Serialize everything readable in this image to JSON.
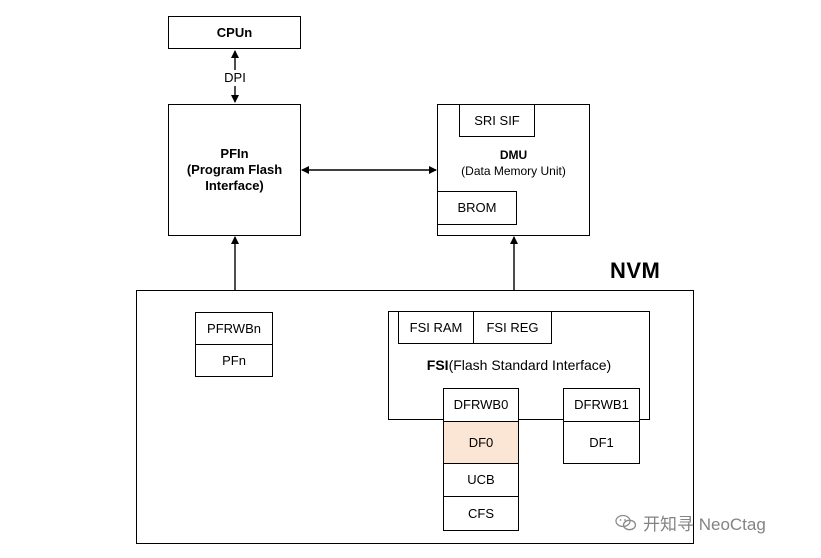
{
  "diagram": {
    "cpu": "CPUn",
    "link_label": "DPI",
    "pfi": {
      "title": "PFIn",
      "subtitle": "(Program Flash\nInterface)"
    },
    "dmu": {
      "title": "DMU",
      "subtitle": "(Data Memory Unit)",
      "sri_sif": "SRI SIF",
      "brom": "BROM"
    },
    "nvm": {
      "title": "NVM",
      "pfrwb": "PFRWBn",
      "pf": "PFn",
      "fsi": {
        "ram": "FSI RAM",
        "reg": "FSI REG",
        "title_bold": "FSI",
        "title_rest": "(Flash Standard Interface)"
      },
      "dfrwb0": "DFRWB0",
      "df0": "DF0",
      "ucb": "UCB",
      "cfs": "CFS",
      "dfrwb1": "DFRWB1",
      "df1": "DF1"
    },
    "colors": {
      "df0_fill": "#fbe5d5",
      "stroke": "#000000"
    }
  },
  "watermark": {
    "text": "开知寻 NeoCtag",
    "icon": "wechat-icon"
  }
}
